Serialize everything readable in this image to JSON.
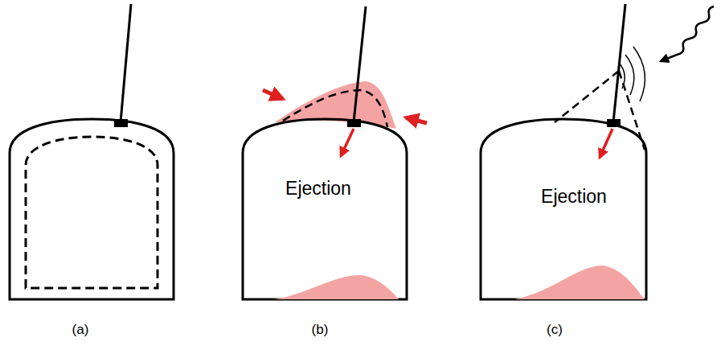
{
  "diagram": {
    "labels": [
      "Ejection",
      "Ejection",
      "(a)",
      "(b)",
      "(c)"
    ]
  }
}
